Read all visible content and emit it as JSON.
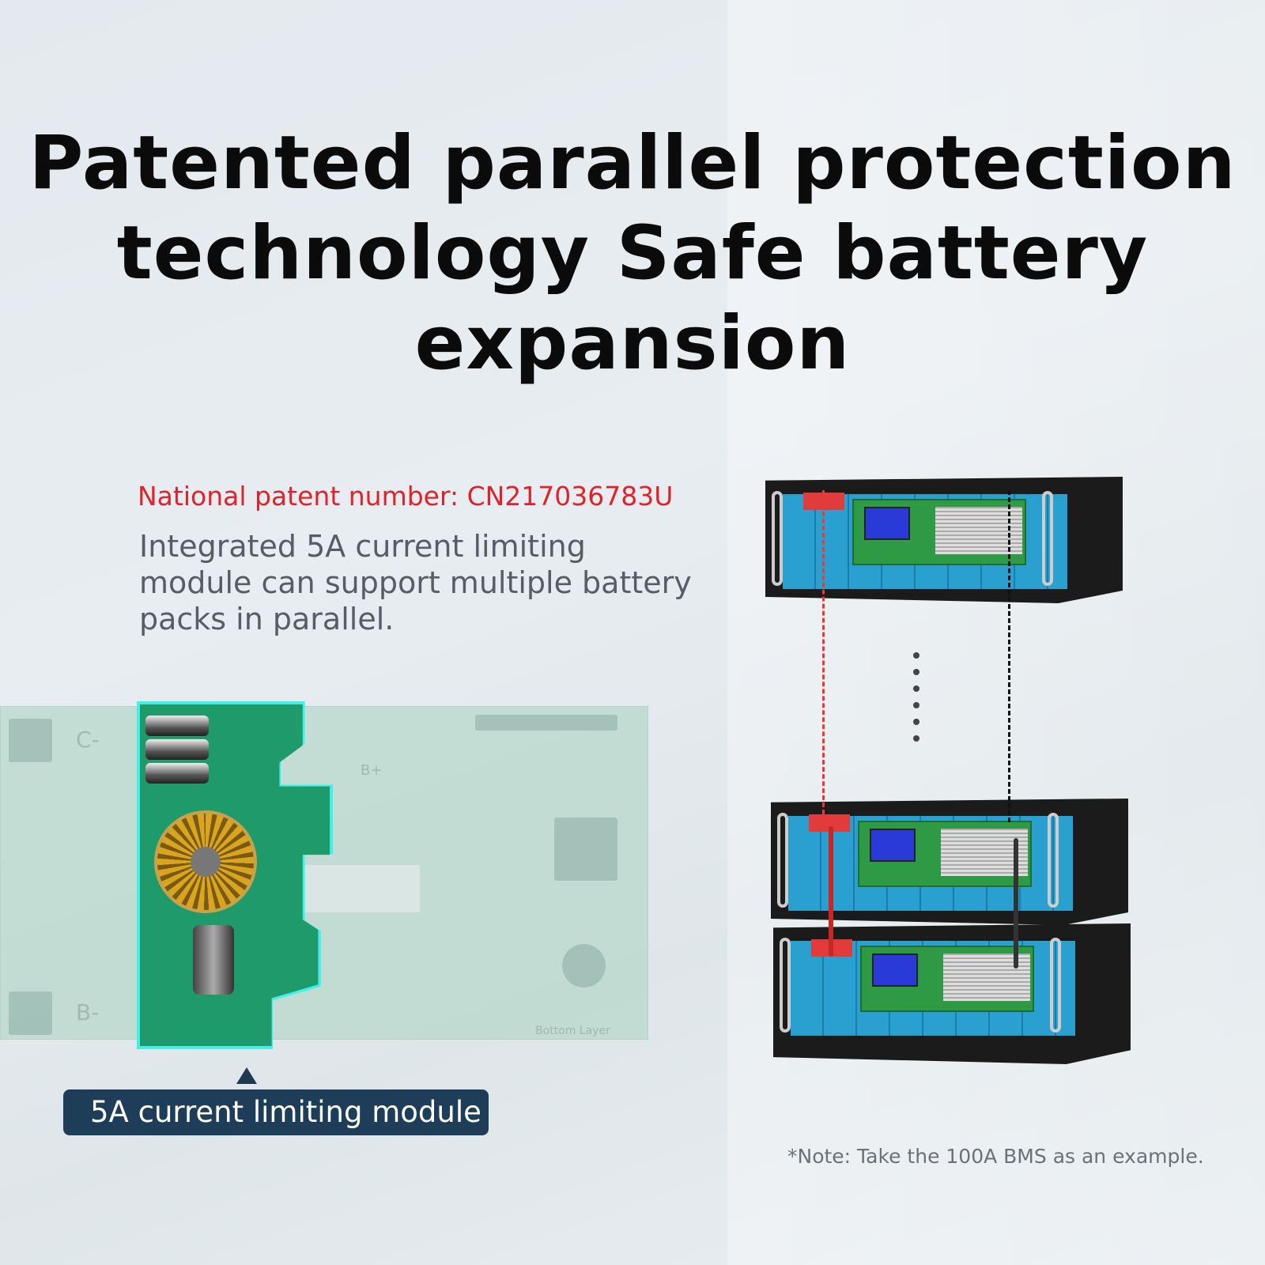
{
  "headline": {
    "lines": [
      "Patented parallel protection",
      "technology Safe battery",
      "expansion"
    ]
  },
  "patent": {
    "text": "National patent number:  CN217036783U",
    "color": "#e0232a"
  },
  "description": "Integrated 5A current limiting module can support multiple battery packs in parallel.",
  "module_label": "5A current limiting module",
  "note": "*Note: Take the 100A BMS as an example.",
  "pcb_labels": [
    "C-",
    "B+",
    "B-",
    "Bottom Layer"
  ],
  "colors": {
    "label_bg": "#1e3d58",
    "module_glow": "#43f0e8",
    "title": "#0b0b0b"
  }
}
